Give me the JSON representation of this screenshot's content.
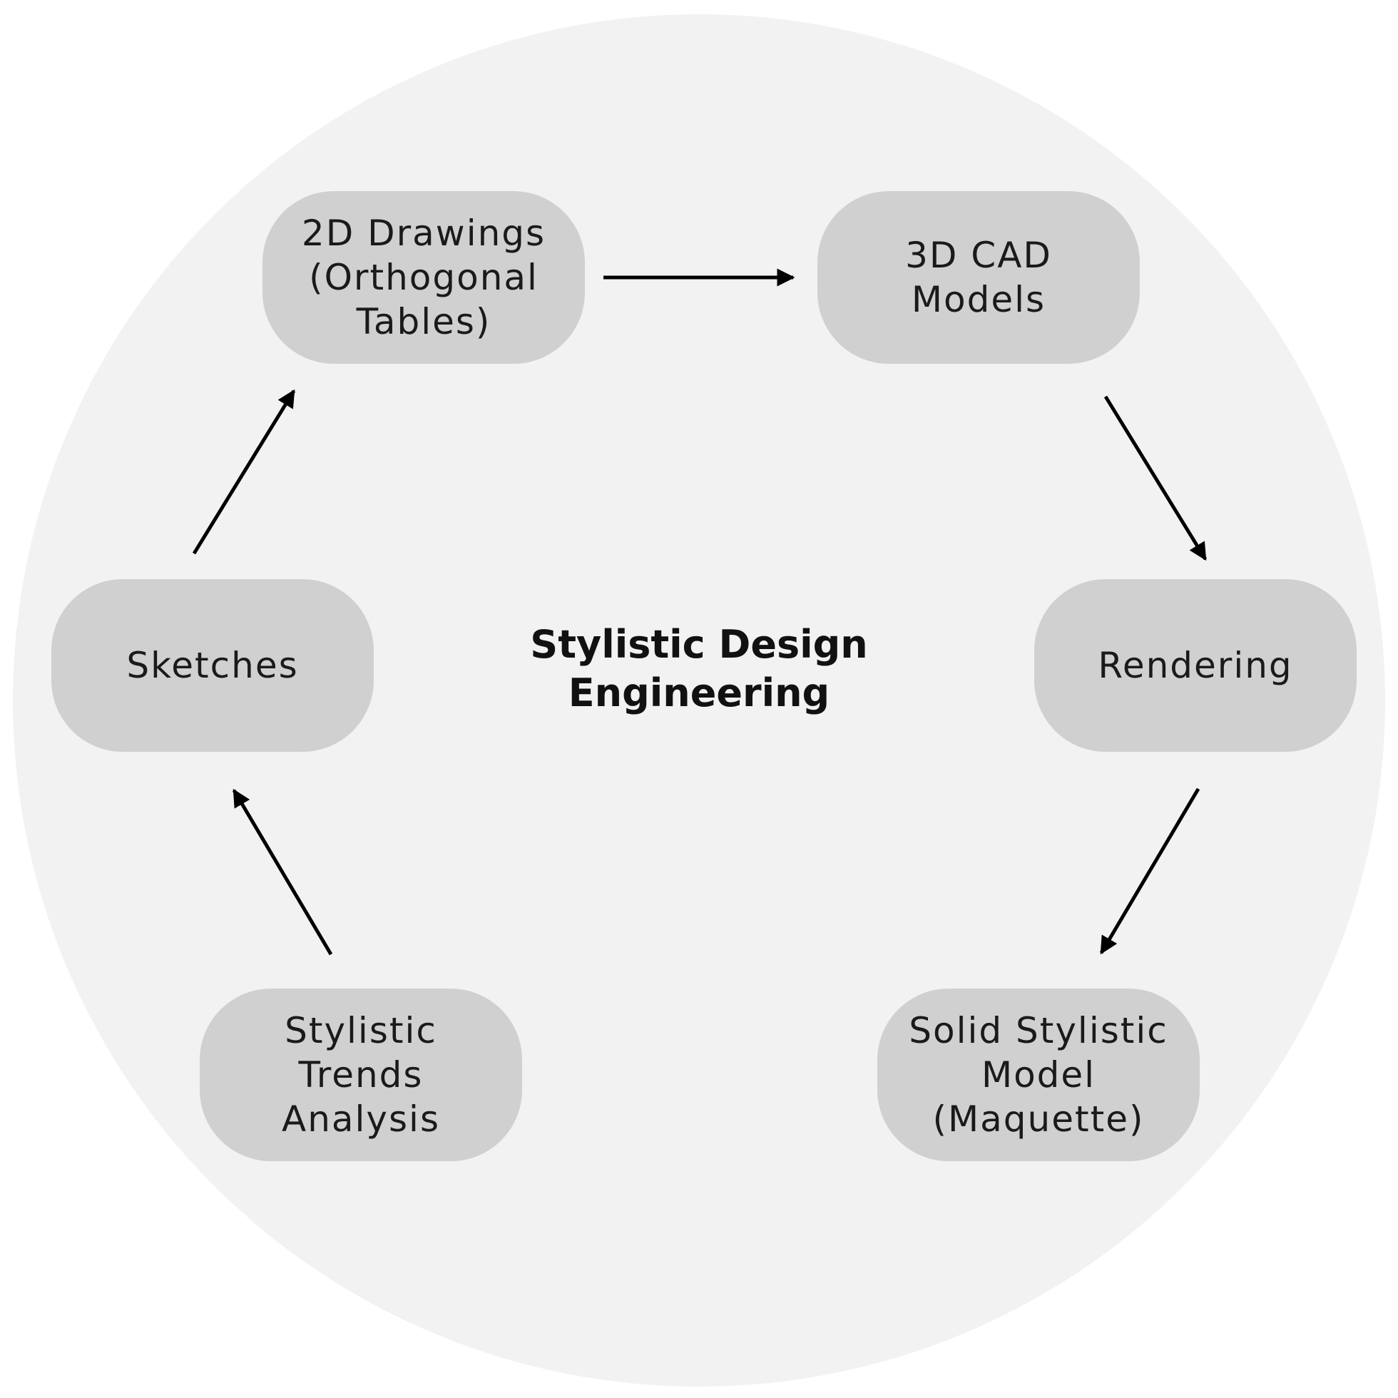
{
  "diagram": {
    "center_title": "Stylistic Design\nEngineering",
    "nodes": {
      "drawings_2d": "2D Drawings\n(Orthogonal\nTables)",
      "cad_3d": "3D CAD\nModels",
      "rendering": "Rendering",
      "solid_model": "Solid Stylistic\nModel\n(Maquette)",
      "trends": "Stylistic Trends\nAnalysis",
      "sketches": "Sketches"
    },
    "flow": [
      "trends -> sketches",
      "sketches -> drawings_2d",
      "drawings_2d -> cad_3d",
      "cad_3d -> rendering",
      "rendering -> solid_model"
    ],
    "colors": {
      "background_circle": "#f2f2f2",
      "node_fill": "#d0d0d0",
      "arrow": "#000000"
    }
  }
}
